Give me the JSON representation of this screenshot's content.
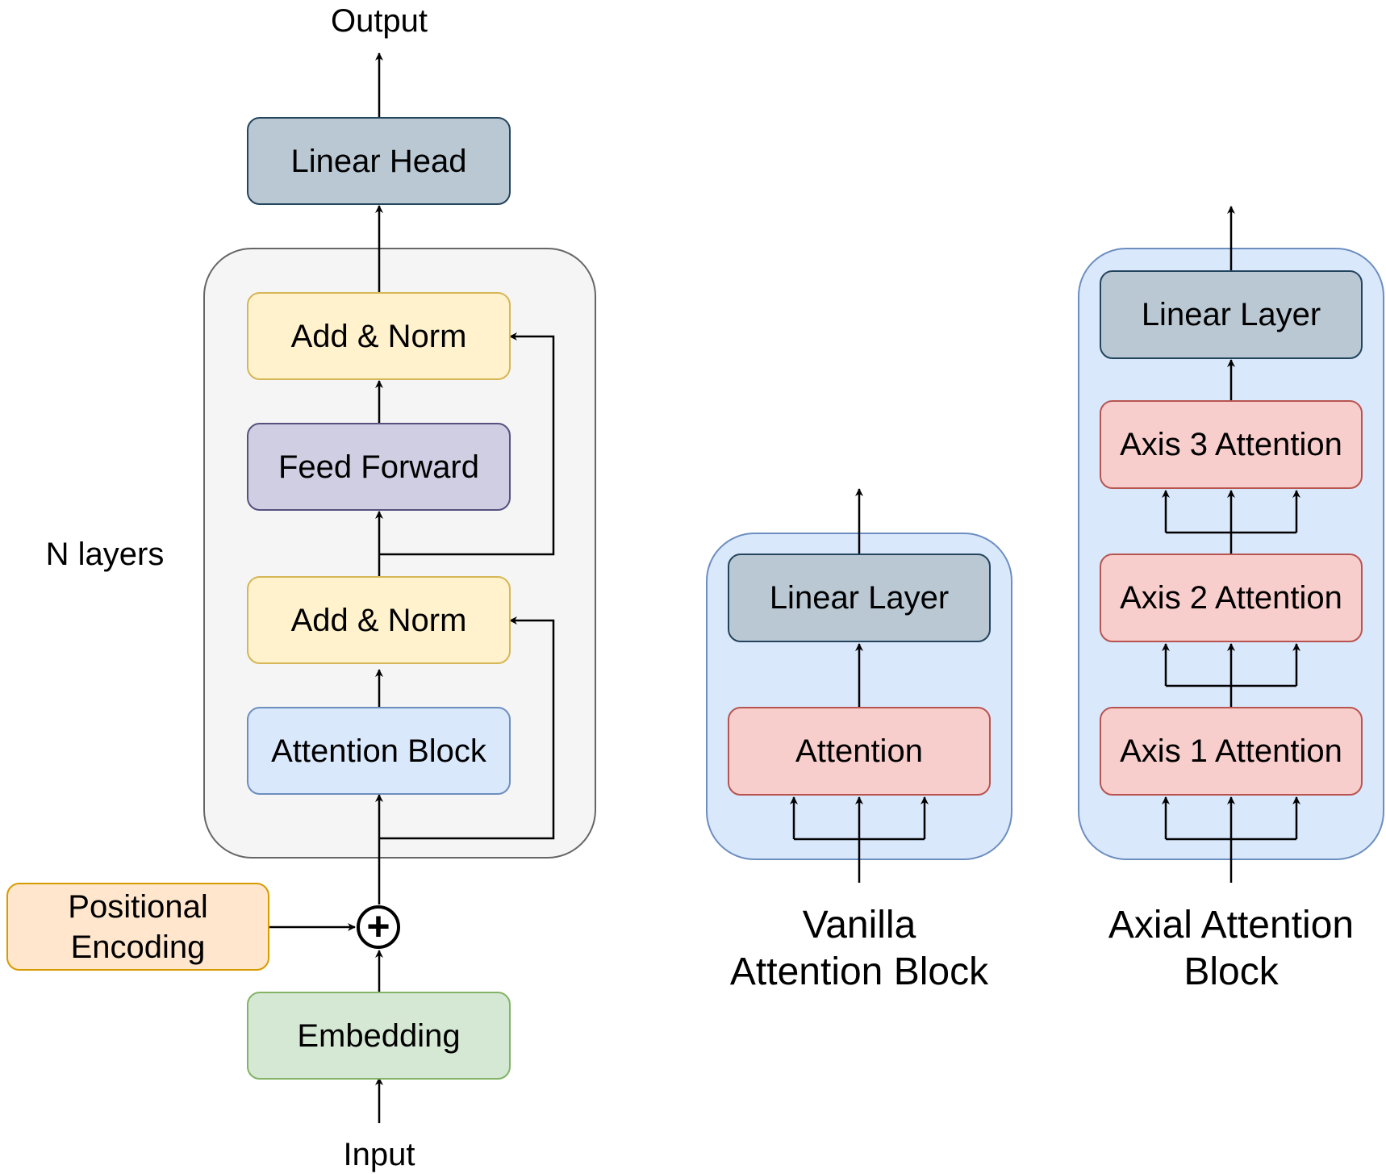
{
  "encoder": {
    "output_label": "Output",
    "input_label": "Input",
    "n_layers_label": "N layers",
    "linear_head": "Linear Head",
    "add_norm_top": "Add & Norm",
    "feed_forward": "Feed Forward",
    "add_norm_bottom": "Add & Norm",
    "attention_block": "Attention Block",
    "positional_encoding": "Positional Encoding",
    "plus_symbol": "+",
    "embedding": "Embedding"
  },
  "vanilla": {
    "linear_layer": "Linear Layer",
    "attention": "Attention",
    "caption": "Vanilla Attention Block"
  },
  "axial": {
    "linear_layer": "Linear Layer",
    "axis3": "Axis 3 Attention",
    "axis2": "Axis 2 Attention",
    "axis1": "Axis 1 Attention",
    "caption": "Axial Attention Block"
  }
}
